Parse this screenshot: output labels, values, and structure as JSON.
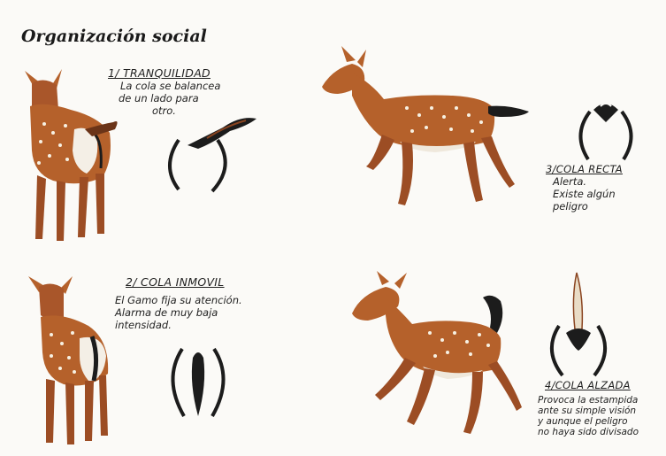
{
  "title": "Organización social",
  "captions": {
    "c1": {
      "label": "1/ TRANQUILIDAD",
      "lines": [
        "La cola se balancea",
        "de un lado para",
        "otro."
      ]
    },
    "c2": {
      "label": "2/ COLA INMOVIL",
      "lines": [
        "El Gamo fija su atención.",
        "Alarma de muy baja",
        "intensidad."
      ]
    },
    "c3": {
      "label": "3/COLA RECTA",
      "lines": [
        "Alerta.",
        "Existe algún",
        "peligro"
      ]
    },
    "c4": {
      "label": "4/COLA ALZADA",
      "lines": [
        "Provoca la estampida",
        "ante su simple visión",
        "y aunque el peligro",
        "no haya sido divisado"
      ]
    }
  },
  "colors": {
    "coat": "#b5612b",
    "coat_dark": "#8a4420",
    "belly": "#efe8dc",
    "spots": "#f7f1e3",
    "ink": "#1c1c1c"
  }
}
